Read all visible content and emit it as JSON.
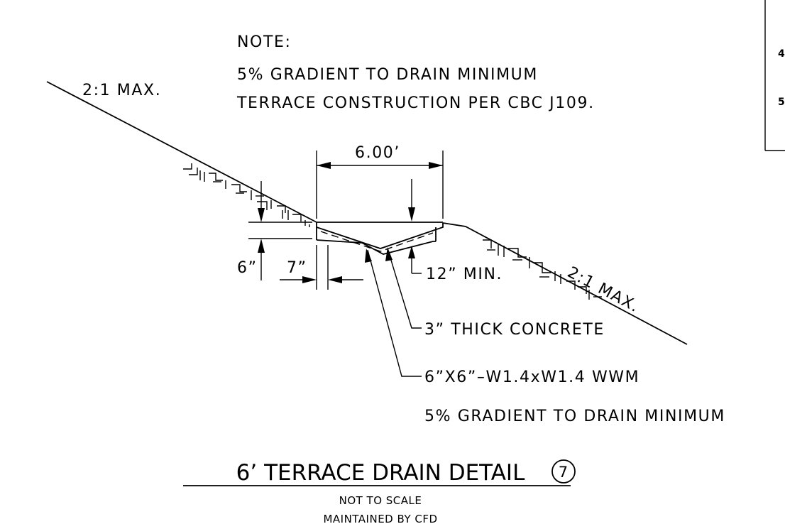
{
  "note": {
    "heading": "NOTE:",
    "line1": "5% GRADIENT TO DRAIN MINIMUM",
    "line2": "TERRACE CONSTRUCTION PER CBC J109."
  },
  "slopes": {
    "left_label": "2:1  MAX.",
    "right_label": "2:1  MAX."
  },
  "dimensions": {
    "width": "6.00’",
    "depth": "6”",
    "offset": "7”",
    "min_depth": "12”  MIN."
  },
  "callouts": {
    "concrete": "3”  THICK  CONCRETE",
    "mesh": "6”X6”–W1.4xW1.4  WWM",
    "gradient": "5%  GRADIENT  TO  DRAIN  MINIMUM"
  },
  "title_block": {
    "title": "6’  TERRACE  DRAIN  DETAIL",
    "detail_number": "7",
    "scale": "NOT TO SCALE",
    "maintained": "MAINTAINED BY CFD"
  },
  "side_panel": {
    "item_a": "4",
    "item_b": "5"
  }
}
